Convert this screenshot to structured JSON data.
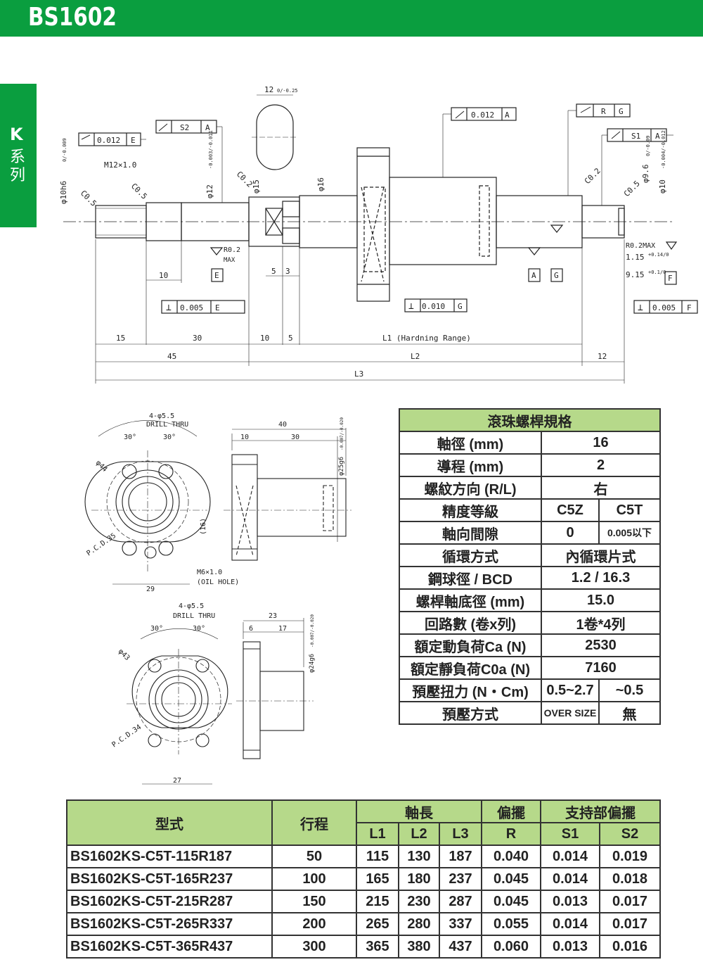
{
  "header": {
    "title": "BS1602"
  },
  "side_tab": {
    "letter": "K",
    "kanji": "系列"
  },
  "drawing": {
    "dims": {
      "d10h6": "φ10h6",
      "d10h6_tol": "0/-0.009",
      "c05a": "C0.5",
      "c05b": "C0.5",
      "m12": "M12×1.0",
      "runout_e": "0.012",
      "ref_e": "E",
      "s2": "S2",
      "ref_a1": "A",
      "d12": "φ12",
      "d12_tol": "-0.003/-0.011",
      "c02a": "C0.2",
      "d15": "φ15",
      "d16": "φ16",
      "w12": "12",
      "w12_tol": "0/-0.25",
      "runout_a": "0.012",
      "ref_a2": "A",
      "r_lbl": "R",
      "g_lbl": "G",
      "s1": "S1",
      "ref_a3": "A",
      "c02b": "C0.2",
      "c05c": "C0.5",
      "d96": "φ9.6",
      "d96_tol": "0/-0.09",
      "d10b": "φ10",
      "d10b_tol": "-0.004/-0.012",
      "r02max": "R0.2",
      "max": "MAX",
      "r02max2": "R0.2MAX",
      "w115": "1.15",
      "w115_tol": "+0.14/0",
      "w915": "9.15",
      "w915_tol": "+0.1/0",
      "dim10": "10",
      "dim5": "5",
      "dim3": "3",
      "ref_e2": "E",
      "ref_a4": "A",
      "ref_g": "G",
      "ref_f": "F",
      "perp1": "0.005",
      "perp1_ref": "E",
      "perp2": "0.010",
      "perp2_ref": "G",
      "perp3": "0.005",
      "perp3_ref": "F",
      "d15b": "15",
      "d30": "30",
      "d10c": "10",
      "d5b": "5",
      "l1": "L1 (Hardning Range)",
      "d45": "45",
      "l2": "L2",
      "d12b": "12",
      "l3": "L3"
    },
    "nut1": {
      "holes": "4-φ5.5",
      "drill": "DRILL THRU",
      "a30a": "30°",
      "a30b": "30°",
      "dia": "φ44",
      "pcd": "P.C.D.35",
      "w16": "(16)",
      "w29": "29",
      "w40": "40",
      "w10": "10",
      "w30": "30",
      "d25": "φ25g6",
      "d25_tol": "-0.007/-0.020",
      "m6": "M6×1.0",
      "oil": "(OIL HOLE)"
    },
    "nut2": {
      "holes": "4-φ5.5",
      "drill": "DRILL THRU",
      "a30a": "30°",
      "a30b": "30°",
      "dia": "φ43",
      "pcd": "P.C.D.34",
      "w27": "27",
      "w23": "23",
      "w6": "6",
      "w17": "17",
      "d24": "φ24g6",
      "d24_tol": "-0.007/-0.020"
    }
  },
  "spec_table": {
    "title": "滾珠螺桿規格",
    "rows": [
      {
        "label": "軸徑 (mm)",
        "value": "16"
      },
      {
        "label": "導程 (mm)",
        "value": "2"
      },
      {
        "label": "螺紋方向 (R/L)",
        "value": "右"
      },
      {
        "label": "精度等級",
        "v1": "C5Z",
        "v2": "C5T"
      },
      {
        "label": "軸向間隙",
        "v1": "0",
        "v2": "0.005以下"
      },
      {
        "label": "循環方式",
        "value": "內循環片式"
      },
      {
        "label": "鋼球徑 / BCD",
        "value": "1.2 / 16.3"
      },
      {
        "label": "螺桿軸底徑 (mm)",
        "value": "15.0"
      },
      {
        "label": "回路數 (卷x列)",
        "value": "1卷*4列"
      },
      {
        "label": "額定動負荷Ca  (N)",
        "value": "2530"
      },
      {
        "label": "額定靜負荷C0a  (N)",
        "value": "7160"
      },
      {
        "label": "預壓扭力  (N・Cm)",
        "v1": "0.5~2.7",
        "v2": "~0.5"
      },
      {
        "label": "預壓方式",
        "v1": "OVER SIZE",
        "v2": "無"
      }
    ]
  },
  "model_table": {
    "headers": {
      "model": "型式",
      "stroke": "行程",
      "shaft_len": "軸長",
      "runout": "偏擺",
      "support_runout": "支持部偏擺",
      "l1": "L1",
      "l2": "L2",
      "l3": "L3",
      "r": "R",
      "s1": "S1",
      "s2": "S2"
    },
    "rows": [
      {
        "model": "BS1602KS-C5T-115R187",
        "stroke": "50",
        "l1": "115",
        "l2": "130",
        "l3": "187",
        "r": "0.040",
        "s1": "0.014",
        "s2": "0.019"
      },
      {
        "model": "BS1602KS-C5T-165R237",
        "stroke": "100",
        "l1": "165",
        "l2": "180",
        "l3": "237",
        "r": "0.045",
        "s1": "0.014",
        "s2": "0.018"
      },
      {
        "model": "BS1602KS-C5T-215R287",
        "stroke": "150",
        "l1": "215",
        "l2": "230",
        "l3": "287",
        "r": "0.045",
        "s1": "0.013",
        "s2": "0.017"
      },
      {
        "model": "BS1602KS-C5T-265R337",
        "stroke": "200",
        "l1": "265",
        "l2": "280",
        "l3": "337",
        "r": "0.055",
        "s1": "0.014",
        "s2": "0.017"
      },
      {
        "model": "BS1602KS-C5T-365R437",
        "stroke": "300",
        "l1": "365",
        "l2": "380",
        "l3": "437",
        "r": "0.060",
        "s1": "0.013",
        "s2": "0.016"
      }
    ]
  }
}
